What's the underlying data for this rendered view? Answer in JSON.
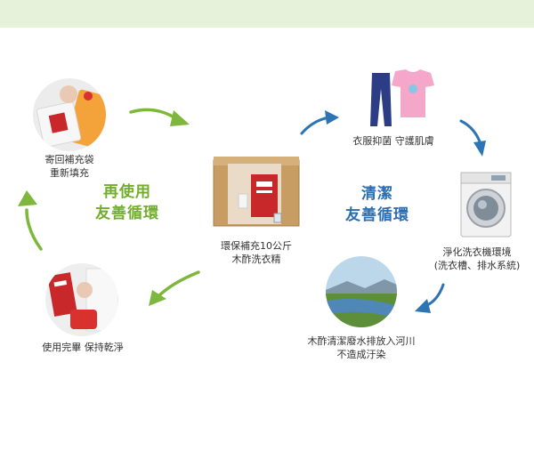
{
  "colors": {
    "top_band": "#e7f2da",
    "green": "#7db73b",
    "blue": "#2d74b4",
    "green_text": "#72ad2e",
    "blue_text": "#2a6eb0"
  },
  "reuse_cycle": {
    "line1": "再使用",
    "line2": "友善循環"
  },
  "clean_cycle": {
    "line1": "清潔",
    "line2": "友善循環"
  },
  "steps": {
    "refill_bag": {
      "line1": "寄回補充袋",
      "line2": "重新填充"
    },
    "product": {
      "line1": "環保補充10公斤",
      "line2": "木酢洗衣精"
    },
    "used_up": {
      "line1": "使用完畢 保持乾淨"
    },
    "clothes": {
      "line1": "衣服抑菌 守護肌膚"
    },
    "washer": {
      "line1": "淨化洗衣機環境",
      "line2": "(洗衣槽、排水系統)"
    },
    "river": {
      "line1": "木酢清潔廢水排放入河川",
      "line2": "不造成汙染"
    }
  }
}
